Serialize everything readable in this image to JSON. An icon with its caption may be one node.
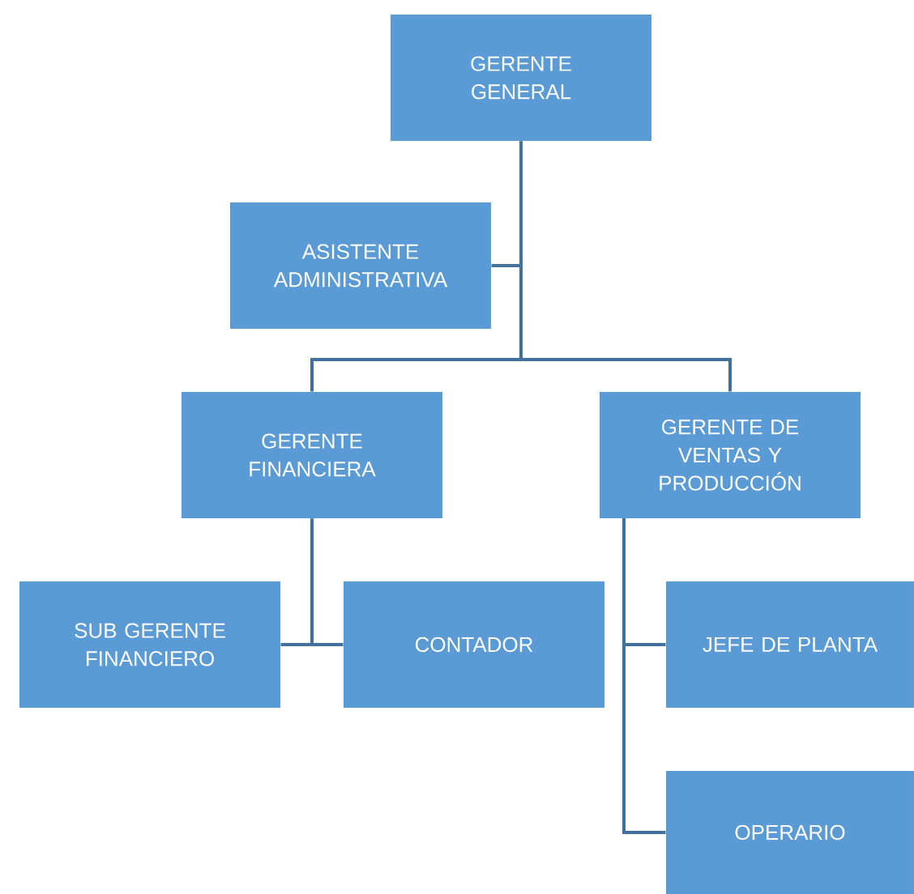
{
  "diagram": {
    "nodes": [
      {
        "text": [
          "GERENTE GENERAL"
        ]
      },
      {
        "text": [
          "ASISTENTE ADMINISTRATIVA"
        ]
      },
      {
        "text": [
          "GERENTE FINANCIERA"
        ]
      },
      {
        "text": [
          "GERENTE DE VENTAS Y PRODUCCIÓN"
        ]
      },
      {
        "text": [
          "SUB GERENTE FINANCIERO"
        ]
      },
      {
        "text": [
          "CONTADOR"
        ]
      },
      {
        "text": [
          "JEFE DE PLANTA"
        ]
      },
      {
        "text": [
          "OPERARIO"
        ]
      }
    ],
    "edges": [
      {
        "from": 0,
        "to": 1,
        "arrow": "none"
      },
      {
        "from": 0,
        "to": 2,
        "arrow": "none"
      },
      {
        "from": 0,
        "to": 3,
        "arrow": "none"
      },
      {
        "from": 2,
        "to": 4,
        "arrow": "none"
      },
      {
        "from": 2,
        "to": 5,
        "arrow": "none"
      },
      {
        "from": 3,
        "to": 6,
        "arrow": "none"
      },
      {
        "from": 3,
        "to": 7,
        "arrow": "none"
      }
    ]
  }
}
